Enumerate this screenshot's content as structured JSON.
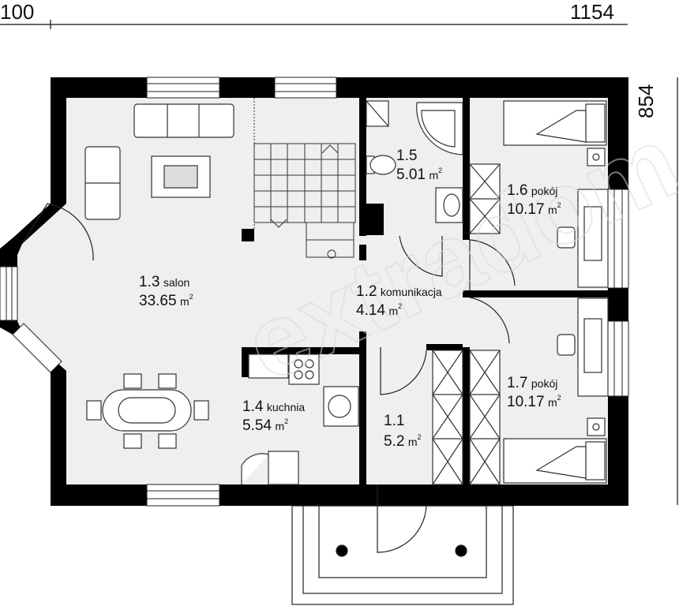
{
  "dimensions": {
    "left": "100",
    "right": "1154",
    "height": "854"
  },
  "unit_suffix": "m",
  "unit_power": "2",
  "rooms": [
    {
      "id": "1.1",
      "name": "",
      "area": "5.2"
    },
    {
      "id": "1.2",
      "name": "komunikacja",
      "area": "4.14"
    },
    {
      "id": "1.3",
      "name": "salon",
      "area": "33.65"
    },
    {
      "id": "1.4",
      "name": "kuchnia",
      "area": "5.54"
    },
    {
      "id": "1.5",
      "name": "",
      "area": "5.01"
    },
    {
      "id": "1.6",
      "name": "pokój",
      "area": "10.17"
    },
    {
      "id": "1.7",
      "name": "pokój",
      "area": "10.17"
    }
  ],
  "watermark": "extradom",
  "colors": {
    "wall": "#000000",
    "floor": "#efefef",
    "line": "#222222",
    "watermark": "#e2e2e2"
  }
}
